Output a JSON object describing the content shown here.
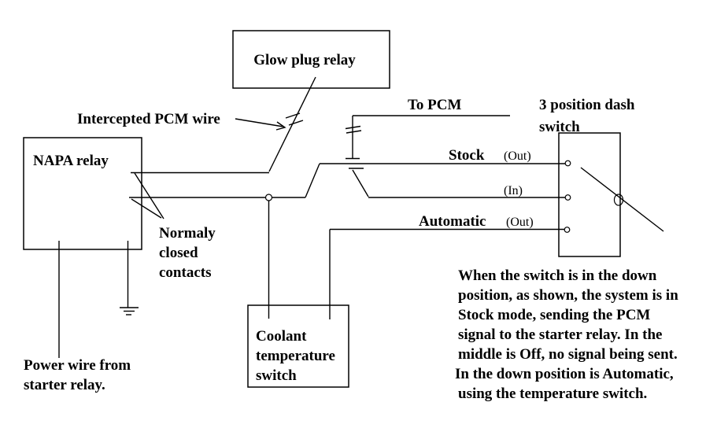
{
  "colors": {
    "background": "#ffffff",
    "line": "#000000",
    "text": "#000000"
  },
  "boxes": {
    "glow_plug_relay": {
      "label": "Glow plug relay"
    },
    "napa_relay": {
      "label": "NAPA relay"
    },
    "dash_switch": {
      "label_lines": [
        "3 position dash",
        "switch"
      ]
    },
    "coolant_switch": {
      "label_lines": [
        "Coolant",
        "temperature",
        "switch"
      ]
    }
  },
  "wire_labels": {
    "intercepted_pcm": "Intercepted PCM wire",
    "to_pcm": "To PCM",
    "stock": "Stock",
    "stock_direction": "(Out)",
    "in_direction": "(In)",
    "automatic": "Automatic",
    "automatic_direction": "(Out)"
  },
  "annotations": {
    "normally_closed_lines": [
      "Normaly",
      "closed",
      "contacts"
    ],
    "power_wire_lines": [
      "Power wire from",
      "starter relay."
    ],
    "note_lines": [
      "When the switch is in the down",
      "position, as shown, the system is in",
      "Stock mode, sending the PCM",
      "signal to the starter relay.  In the",
      "middle is Off, no signal being sent.",
      "In the down position is Automatic,",
      "using the temperature switch."
    ]
  }
}
